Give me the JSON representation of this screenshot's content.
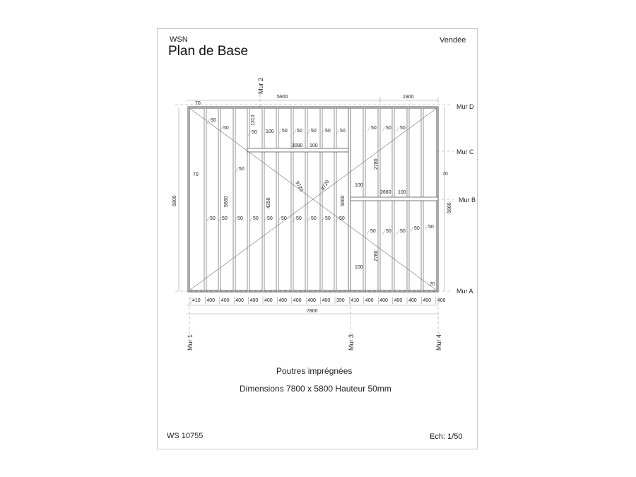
{
  "header": {
    "company": "WSN",
    "title": "Plan de Base",
    "region": "Vendée"
  },
  "footer": {
    "material": "Poutres imprégnées",
    "dimensions": "Dimensions 7800 x 5800  Hauteur 50mm",
    "ref": "WS 10755",
    "scale": "Ech: 1/50"
  },
  "walls": {
    "mur_a": "Mur A",
    "mur_b": "Mur B",
    "mur_c": "Mur C",
    "mur_d": "Mur D",
    "mur_1": "Mur 1",
    "mur_2": "Mur 2",
    "mur_3": "Mur 3",
    "mur_4": "Mur 4"
  },
  "dimensions": {
    "top_left": "5900",
    "top_right": "1900",
    "total_width": "7800",
    "total_height": "5800",
    "right_height": "5660",
    "edge_offset": "70",
    "bottom_spacings": [
      "410",
      "400",
      "400",
      "400",
      "400",
      "400",
      "400",
      "400",
      "400",
      "400",
      "390",
      "410",
      "400",
      "400",
      "400",
      "400",
      "400",
      "400"
    ]
  },
  "labels": {
    "joist_width": "50",
    "header_width": "100",
    "len_1310": "1310",
    "len_3090": "3090",
    "len_2660": "2660",
    "len_2780": "2780",
    "len_4250": "4250",
    "len_5660": "5660",
    "diag_9720": "9720"
  }
}
